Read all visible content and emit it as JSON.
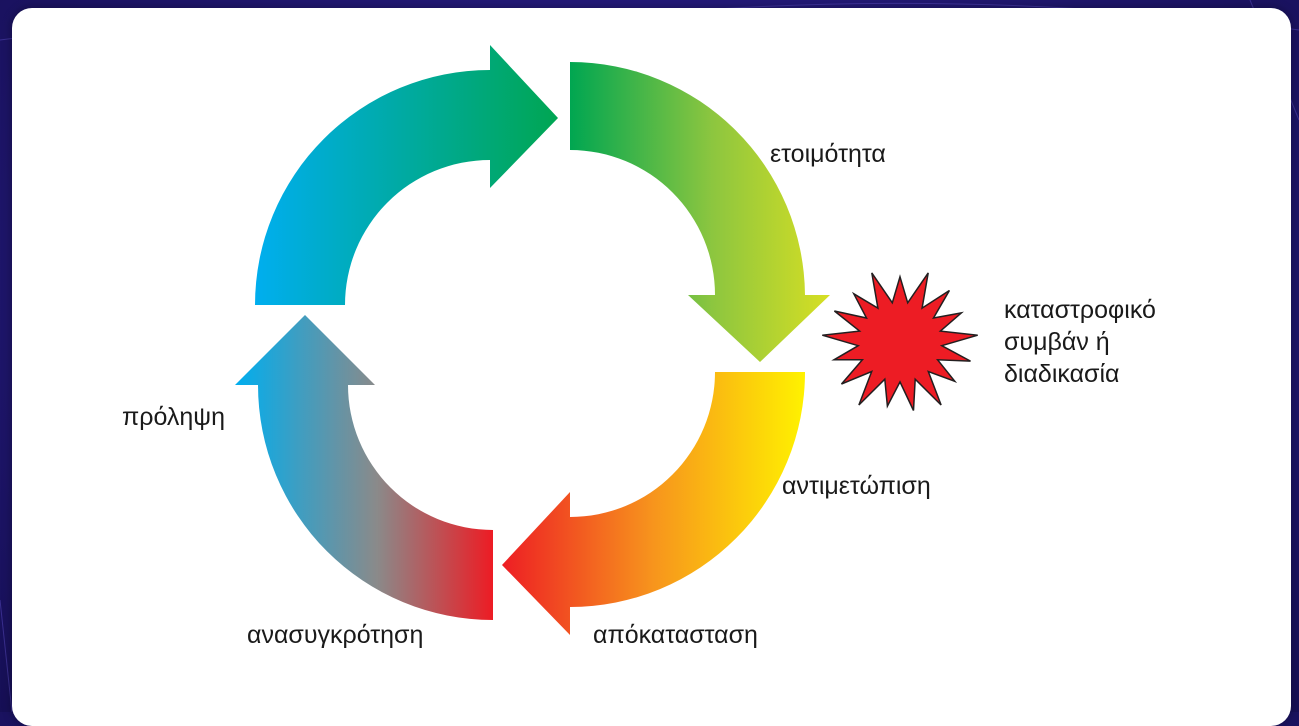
{
  "labels": {
    "preparedness": "ετοιμότητα",
    "response": "αντιμετώπιση",
    "recovery": "απόκατασταση",
    "reconstruction": "ανασυγκρότηση",
    "prevention": "πρόληψη"
  },
  "event": {
    "line1": "καταστροφικό",
    "line2": "συμβάν ή",
    "line3": "διαδικασία",
    "color": "#ed1c24"
  },
  "colors": {
    "cyan": "#00aeef",
    "green": "#00a651",
    "yellow": "#fff200",
    "red": "#ed1c24",
    "grey": "#8a8a8a",
    "orange": "#f7941d"
  }
}
